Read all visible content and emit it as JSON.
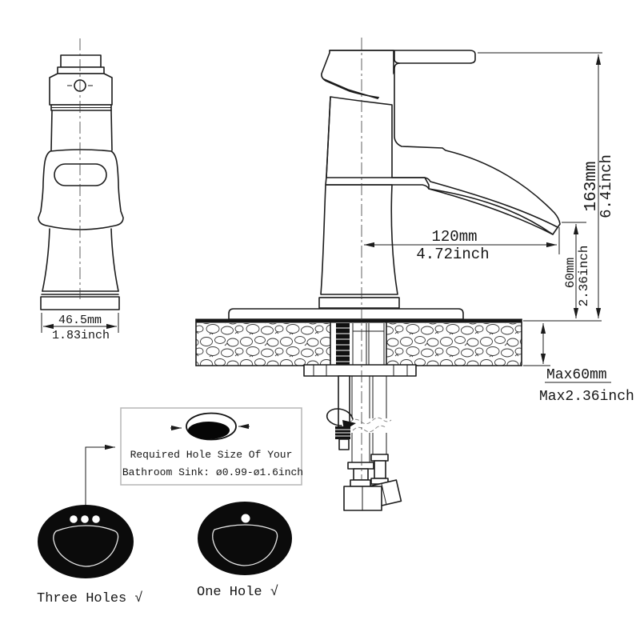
{
  "diagram": {
    "type": "faucet installation dimension drawing",
    "front_view": {
      "width_mm": "46.5mm",
      "width_inch": "1.83inch"
    },
    "side_view": {
      "spout_reach_mm": "120mm",
      "spout_reach_inch": "4.72inch",
      "total_height_mm": "163mm",
      "total_height_inch": "6.4inch",
      "spout_height_mm": "60mm",
      "spout_height_inch": "2.36inch",
      "deck_thickness_mm": "Max60mm",
      "deck_thickness_inch": "Max2.36inch"
    },
    "hole_note": {
      "line1": "Required Hole Size Of Your",
      "line2": "Bathroom Sink: ø0.99-ø1.6inch"
    },
    "sink_options": {
      "three_holes_label": "Three Holes √",
      "one_hole_label": "One Hole √"
    },
    "colors": {
      "line": "#1b1b1b",
      "fill_black": "#0b0b0b",
      "box_border": "#b5b5b5"
    }
  }
}
